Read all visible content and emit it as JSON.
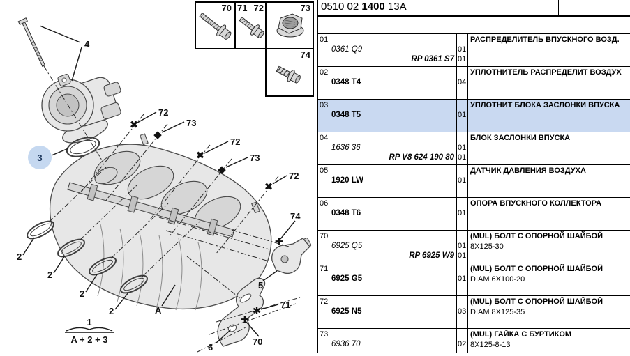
{
  "header": {
    "code_prefix": "0510 02",
    "code_main": "1400",
    "code_suffix": "13A"
  },
  "colors": {
    "highlight_row": "#c9d9f1",
    "callout_circle": "#c5d8f0",
    "callout_text": "#1f3a5f",
    "border": "#000000"
  },
  "legend": {
    "b70": "70",
    "b71": "71",
    "b72": "72",
    "b73": "73",
    "b74": "74"
  },
  "diagram": {
    "labels": {
      "part1": "1",
      "part2": "2",
      "part3": "3",
      "part4": "4",
      "part5": "5",
      "part6": "6",
      "partA": "A",
      "formula": "A + 2 + 3",
      "fastener70": "70",
      "fastener71": "71",
      "fastener72": "72",
      "fastener73": "73",
      "fastener74": "74"
    },
    "markers": {
      "cross": "✖",
      "diamond": "◆",
      "plus": "✚",
      "star": "✱"
    }
  },
  "table": {
    "rows": [
      {
        "num": "01",
        "ref_main": "",
        "ref_old": "0361 Q9",
        "ref_rp": "RP 0361 S7",
        "qty1": "01",
        "qty2": "01",
        "desc": "РАСПРЕДЕЛИТЕЛЬ ВПУСКНОГО ВОЗД.",
        "desc2": ""
      },
      {
        "num": "02",
        "ref_main": "0348 T4",
        "ref_old": "",
        "ref_rp": "",
        "qty1": "04",
        "qty2": "",
        "desc": "УПЛОТНИТЕЛЬ РАСПРЕДЕЛИТ ВОЗДУХ",
        "desc2": ""
      },
      {
        "num": "03",
        "ref_main": "0348 T5",
        "ref_old": "",
        "ref_rp": "",
        "qty1": "01",
        "qty2": "",
        "desc": "УПЛОТНИТ БЛОКА ЗАСЛОНКИ ВПУСКА",
        "desc2": ""
      },
      {
        "num": "04",
        "ref_main": "",
        "ref_old": "1636 36",
        "ref_rp": "RP V8 624 190 80",
        "qty1": "01",
        "qty2": "01",
        "desc": "БЛОК ЗАСЛОНКИ ВПУСКА",
        "desc2": ""
      },
      {
        "num": "05",
        "ref_main": "1920 LW",
        "ref_old": "",
        "ref_rp": "",
        "qty1": "01",
        "qty2": "",
        "desc": "ДАТЧИК ДАВЛЕНИЯ ВОЗДУХА",
        "desc2": ""
      },
      {
        "num": "06",
        "ref_main": "0348 T6",
        "ref_old": "",
        "ref_rp": "",
        "qty1": "01",
        "qty2": "",
        "desc": "ОПОРА ВПУСКНОГО КОЛЛЕКТОРА",
        "desc2": ""
      },
      {
        "num": "70",
        "ref_main": "",
        "ref_old": "6925 Q5",
        "ref_rp": "RP 6925 W9",
        "qty1": "01",
        "qty2": "01",
        "desc": "(MUL) БОЛТ С ОПОРНОЙ ШАЙБОЙ",
        "desc2": "8X125-30"
      },
      {
        "num": "71",
        "ref_main": "6925 G5",
        "ref_old": "",
        "ref_rp": "",
        "qty1": "01",
        "qty2": "",
        "desc": "(MUL) БОЛТ С ОПОРНОЙ ШАЙБОЙ",
        "desc2": "DIAM 6X100-20"
      },
      {
        "num": "72",
        "ref_main": "6925 N5",
        "ref_old": "",
        "ref_rp": "",
        "qty1": "03",
        "qty2": "",
        "desc": "(MUL) БОЛТ С ОПОРНОЙ ШАЙБОЙ",
        "desc2": "DIAM 8X125-35"
      },
      {
        "num": "73",
        "ref_main": "",
        "ref_old": "6936 70",
        "ref_rp": "",
        "qty1": "02",
        "qty2": "",
        "desc": "(MUL) ГАЙКА С БУРТИКОМ",
        "desc2": "8X125-8-13"
      }
    ]
  }
}
